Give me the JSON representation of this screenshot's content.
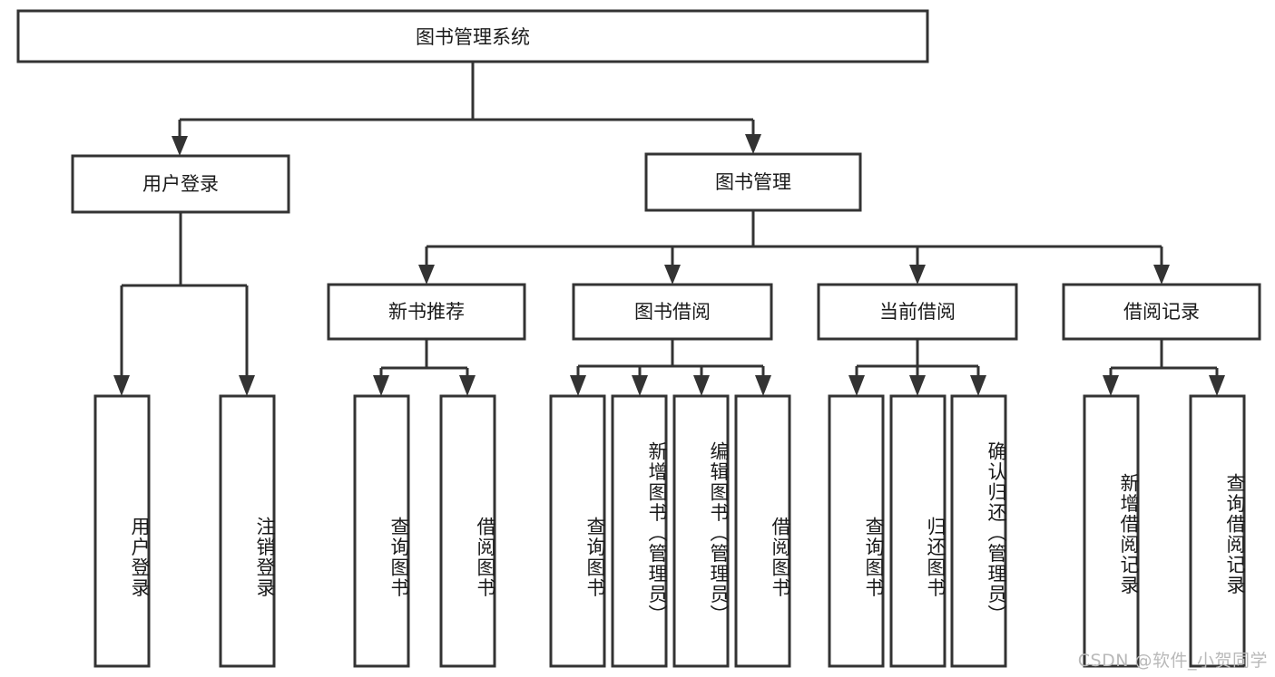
{
  "diagram": {
    "title": "图书管理系统",
    "type": "hierarchy-tree",
    "watermark": "CSDN @软件_小贺同学",
    "colors": {
      "stroke": "#333333",
      "fill": "#ffffff",
      "text": "#1a1a1a",
      "watermark": "#b9b9b9"
    },
    "root": {
      "label": "图书管理系统"
    },
    "level2": [
      {
        "label": "用户登录"
      },
      {
        "label": "图书管理"
      }
    ],
    "level3": [
      {
        "label": "新书推荐"
      },
      {
        "label": "图书借阅"
      },
      {
        "label": "当前借阅"
      },
      {
        "label": "借阅记录"
      }
    ],
    "leaves": {
      "user_login": [
        {
          "label": "用户登录"
        },
        {
          "label": "注销登录"
        }
      ],
      "new_book_recommend": [
        {
          "label": "查询图书"
        },
        {
          "label": "借阅图书"
        }
      ],
      "book_borrow": [
        {
          "label": "查询图书"
        },
        {
          "label": "新增图书（管理员）"
        },
        {
          "label": "编辑图书（管理员）"
        },
        {
          "label": "借阅图书"
        }
      ],
      "current_borrow": [
        {
          "label": "查询图书"
        },
        {
          "label": "归还图书"
        },
        {
          "label": "确认归还（管理员）"
        }
      ],
      "borrow_record": [
        {
          "label": "新增借阅记录"
        },
        {
          "label": "查询借阅记录"
        }
      ]
    }
  }
}
